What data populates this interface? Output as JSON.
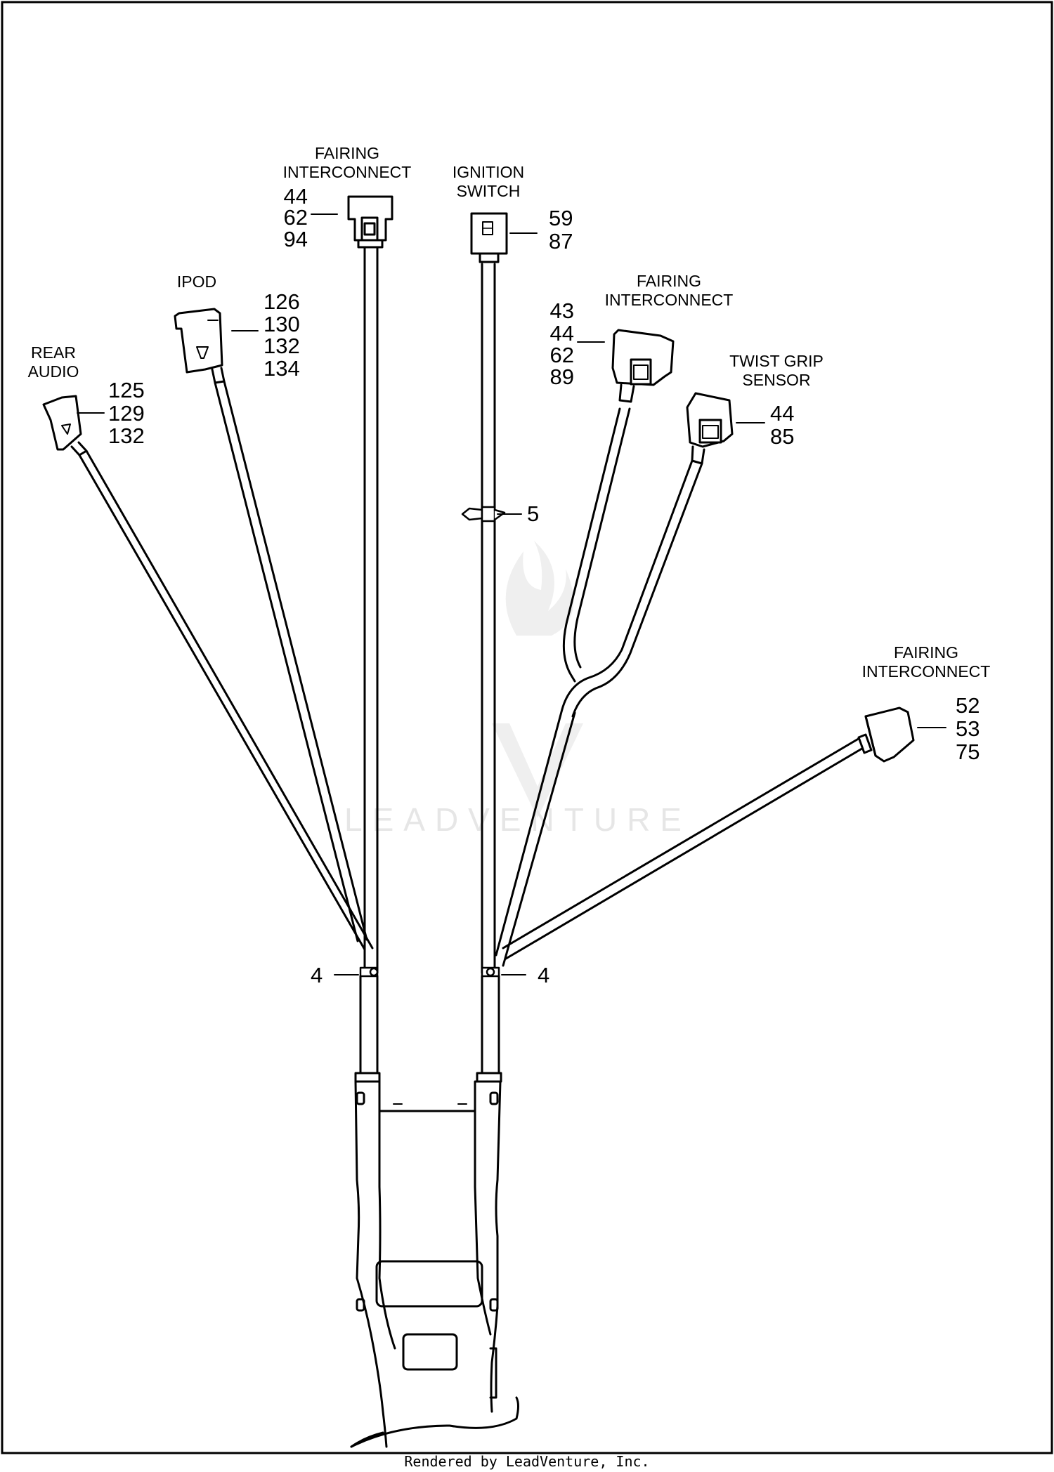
{
  "diagram": {
    "labels": {
      "fairing_top": [
        "FAIRING",
        "INTERCONNECT"
      ],
      "ignition": [
        "IGNITION",
        "SWITCH"
      ],
      "ipod": [
        "IPOD"
      ],
      "rear_audio": [
        "REAR",
        "AUDIO"
      ],
      "fairing_mid": [
        "FAIRING",
        "INTERCONNECT"
      ],
      "twist_grip": [
        "TWIST GRIP",
        "SENSOR"
      ],
      "fairing_right": [
        "FAIRING",
        "INTERCONNECT"
      ]
    },
    "parts": {
      "fairing_top": [
        "44",
        "62",
        "94"
      ],
      "ignition": [
        "59",
        "87"
      ],
      "ipod": [
        "126",
        "130",
        "132",
        "134"
      ],
      "rear_audio": [
        "125",
        "129",
        "132"
      ],
      "fairing_mid": [
        "43",
        "44",
        "62",
        "89"
      ],
      "twist_grip": [
        "44",
        "85"
      ],
      "fairing_right": [
        "52",
        "53",
        "75"
      ],
      "clip": "5",
      "tie_left": "4",
      "tie_right": "4"
    },
    "watermark": "LEADVENTURE",
    "footer": "Rendered by LeadVenture, Inc."
  }
}
